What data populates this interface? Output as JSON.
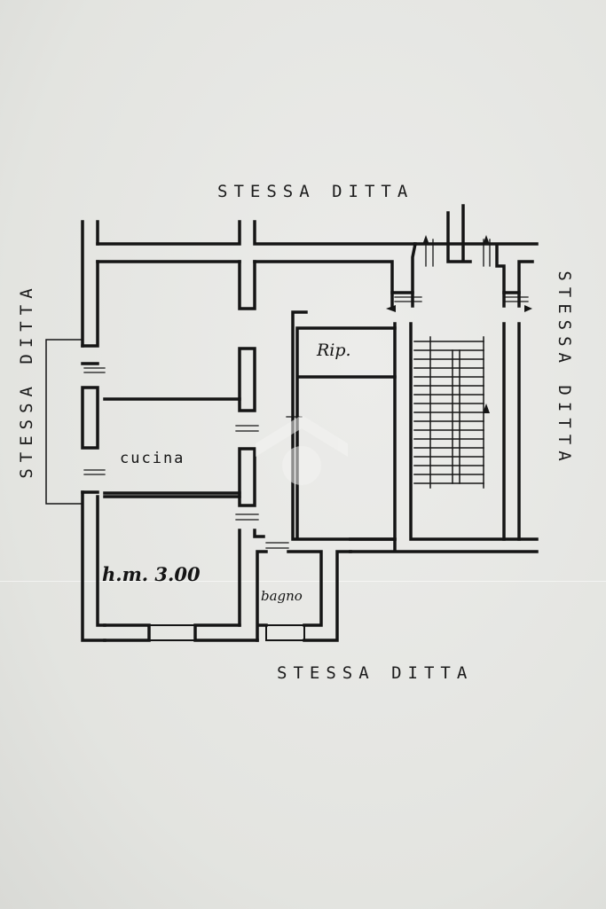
{
  "floor_plan": {
    "labels": {
      "top": "STESSA  DITTA",
      "bottom": "STESSA  DITTA",
      "left": "STESSA  DITTA",
      "right": "STESSA  DITTA"
    },
    "rooms": {
      "kitchen": "cucina",
      "storage": "Rip.",
      "bathroom": "bagno"
    },
    "height_note": "h.m. 3.00"
  },
  "colors": {
    "wall": "#151515",
    "paper": "#e6e7e3",
    "watermark": "#f4f4f2"
  }
}
